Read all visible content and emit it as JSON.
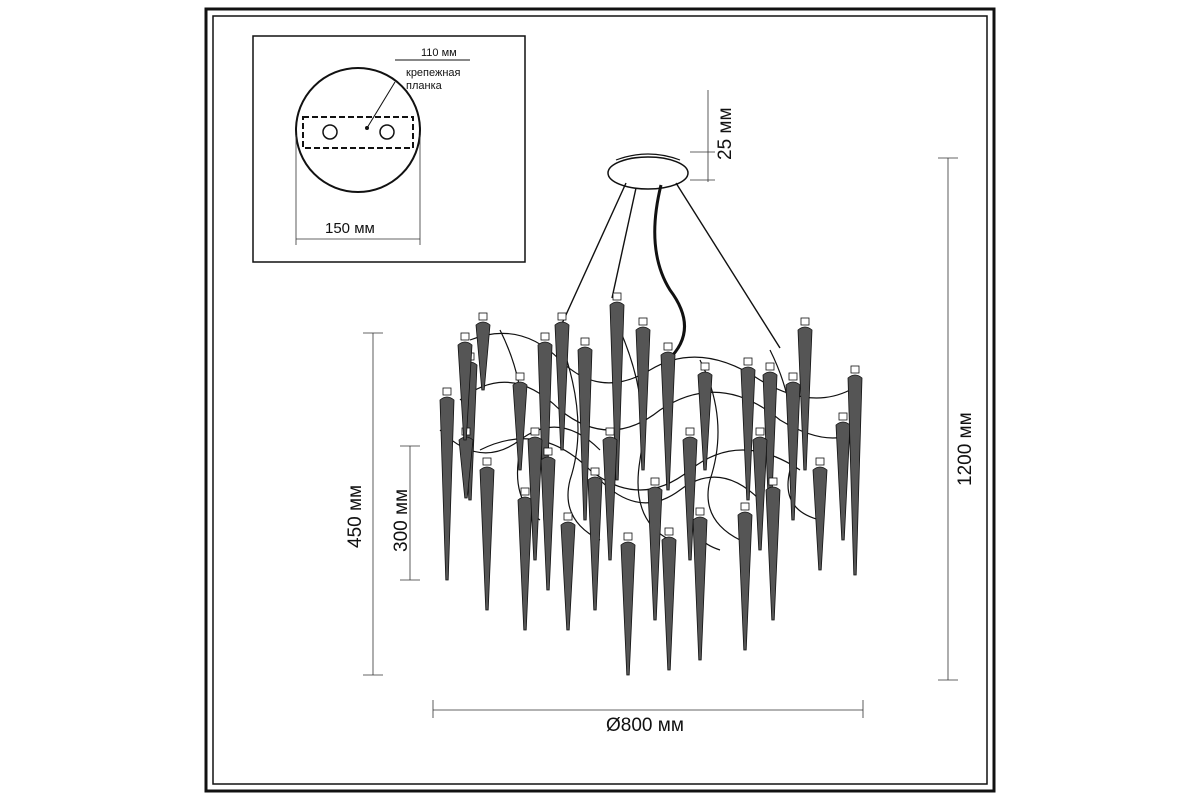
{
  "inset": {
    "top_dim": "110 мм",
    "note_line1": "крепежная",
    "note_line2": "планка",
    "width_dim": "150 мм"
  },
  "dimensions": {
    "canopy_height": "25 мм",
    "total_height": "1200 мм",
    "body_height": "450 мм",
    "inner_height": "300 мм",
    "diameter": "Ø800 мм"
  },
  "colors": {
    "line": "#111111",
    "dim_line": "#333333",
    "background": "#ffffff"
  }
}
